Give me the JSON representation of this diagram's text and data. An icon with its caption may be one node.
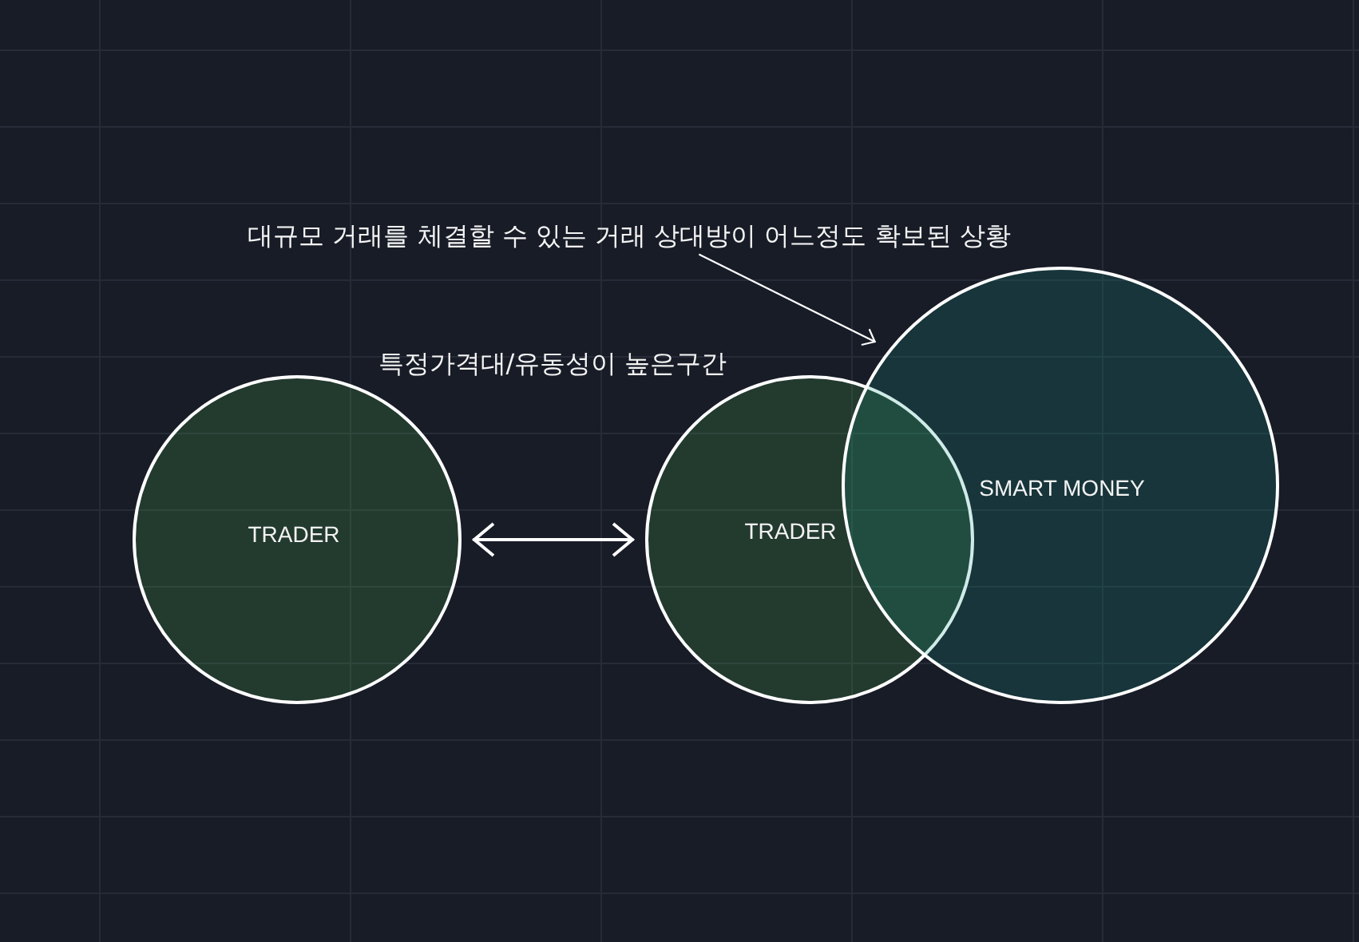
{
  "diagram": {
    "nodes": [
      {
        "text": [
          "대규모 거래를 체결할 수 있는 거래 상대방이 어느정도 확보된 상황"
        ]
      },
      {
        "text": [
          "TRADER"
        ]
      },
      {
        "text": [
          "TRADER"
        ]
      },
      {
        "text": [
          "SMART MONEY"
        ]
      }
    ],
    "edges": [
      {
        "from": 1,
        "to": 2,
        "arrow": "both"
      },
      {
        "from": 0,
        "to": 3,
        "arrow": "to"
      }
    ],
    "labels": [
      "특정가격대/유동성이 높은구간"
    ]
  }
}
